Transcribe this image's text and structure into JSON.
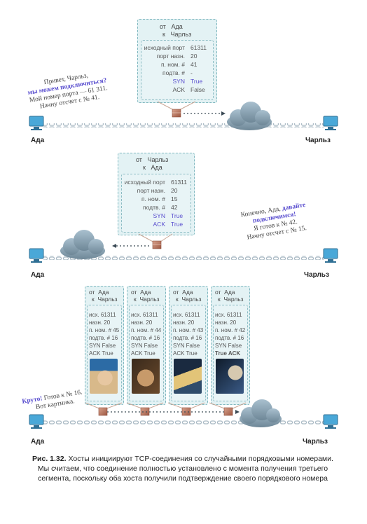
{
  "hosts": {
    "left": "Ада",
    "right": "Чарльз"
  },
  "segment1": {
    "from_label": "от",
    "from_value": "Ада",
    "to_label": "к",
    "to_value": "Чарльз",
    "fields": [
      {
        "label": "исходный порт",
        "value": "61311"
      },
      {
        "label": "порт назн.",
        "value": "20"
      },
      {
        "label": "п. ном. #",
        "value": "41"
      },
      {
        "label": "подтв. #",
        "value": "-"
      },
      {
        "label": "SYN",
        "value": "True",
        "highlight": true
      },
      {
        "label": "ACK",
        "value": "False"
      }
    ],
    "speech": {
      "line1": "Привет, Чарльз,",
      "line2": "мы можем подключиться?",
      "line3": "Мой номер порта — 61 311.",
      "line4": "Начну отсчет с № 41."
    }
  },
  "segment2": {
    "from_label": "от",
    "from_value": "Чарльз",
    "to_label": "к",
    "to_value": "Ада",
    "fields": [
      {
        "label": "исходный порт",
        "value": "61311"
      },
      {
        "label": "порт назн.",
        "value": "20"
      },
      {
        "label": "п. ном. #",
        "value": "15"
      },
      {
        "label": "подтв. #",
        "value": "42"
      },
      {
        "label": "SYN",
        "value": "True",
        "highlight": true
      },
      {
        "label": "ACK",
        "value": "True",
        "highlight": true
      }
    ],
    "speech": {
      "line1a": "Конечно, Ада,",
      "line1b": "давайте",
      "line2": "подключимся!",
      "line3": "Я готов к № 42.",
      "line4": "Начну отсчет с № 15."
    }
  },
  "segments3": [
    {
      "from": "от",
      "from_value": "Ада",
      "to": "к",
      "to_value": "Чарльз",
      "src": "исх. 61311",
      "dst": "назн. 20",
      "seq": "п. ном. # 45",
      "ack": "подтв. # 16",
      "syn": "SYN False",
      "ackflag": "ACK True",
      "ack_hl": false
    },
    {
      "from": "от",
      "from_value": "Ада",
      "to": "к",
      "to_value": "Чарльз",
      "src": "исх. 61311",
      "dst": "назн. 20",
      "seq": "п. ном. # 44",
      "ack": "подтв. # 16",
      "syn": "SYN False",
      "ackflag": "ACK True",
      "ack_hl": false
    },
    {
      "from": "от",
      "from_value": "Ада",
      "to": "к",
      "to_value": "Чарльз",
      "src": "исх. 61311",
      "dst": "назн. 20",
      "seq": "п. ном. # 43",
      "ack": "подтв. # 16",
      "syn": "SYN False",
      "ackflag": "ACK True",
      "ack_hl": false
    },
    {
      "from": "от",
      "from_value": "Ада",
      "to": "к",
      "to_value": "Чарльз",
      "src": "исх. 61311",
      "dst": "назн. 20",
      "seq": "п. ном. # 42",
      "ack": "подтв. # 16",
      "syn": "SYN False",
      "ackflag": "True ACK",
      "ack_hl": true
    }
  ],
  "segment3_speech": {
    "em": "Круто!",
    "line1": "Готов к № 16.",
    "line2": "Вот картинка."
  },
  "caption": {
    "label": "Рис. 1.32.",
    "text": " Хосты инициируют TCP-соединения со случайными порядковыми номерами. Мы считаем, что соединение полностью установлено с момента получения третьего сегмента, поскольку оба хоста получили подтверждение своего порядкового номера"
  }
}
